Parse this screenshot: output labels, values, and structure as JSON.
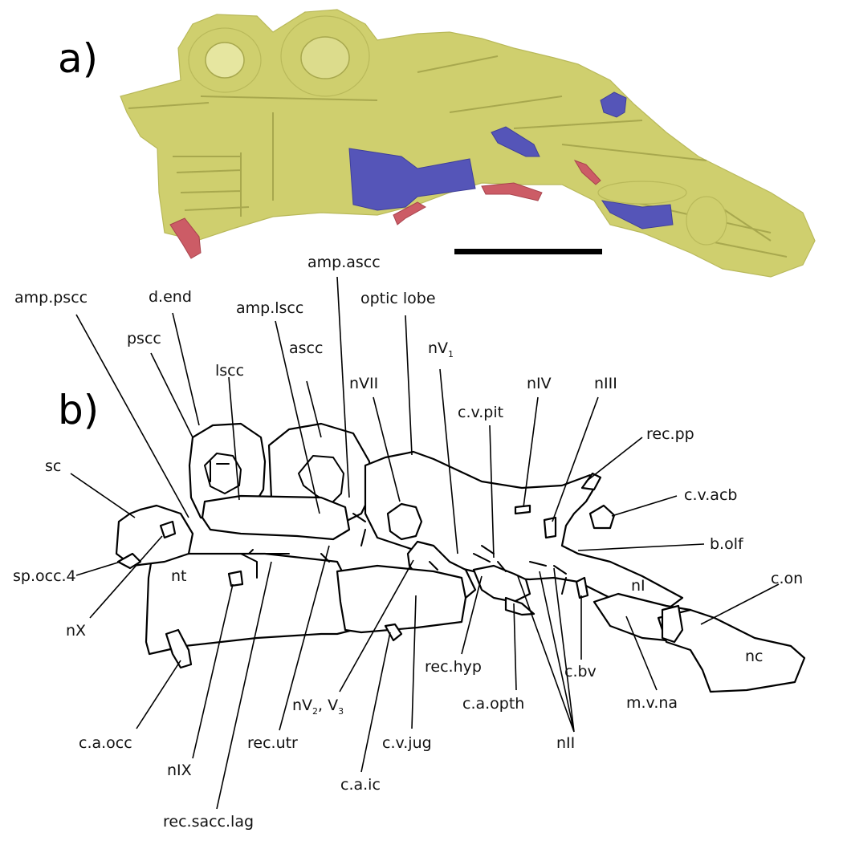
{
  "panels": {
    "a": {
      "letter": "a)"
    },
    "b": {
      "letter": "b)"
    }
  },
  "colors": {
    "bone_endocast": "#cfcf6e",
    "veins": "#5555b8",
    "arteries": "#cc5c66",
    "scale_bar": "#000000"
  },
  "labels": {
    "amp_pscc": "amp.pscc",
    "d_end": "d.end",
    "pscc": "pscc",
    "amp_lscc": "amp.lscc",
    "amp_ascc": "amp.ascc",
    "ascc": "ascc",
    "lscc": "lscc",
    "optic_lobe": "optic lobe",
    "nV1": {
      "main": "nV",
      "sub": "1"
    },
    "nVII": "nVII",
    "nIV": "nIV",
    "nIII": "nIII",
    "c_v_pit": "c.v.pit",
    "rec_pp": "rec.pp",
    "sc": "sc",
    "c_v_acb": "c.v.acb",
    "b_olf": "b.olf",
    "sp_occ_4": "sp.occ.4",
    "nt": "nt",
    "nI": "nI",
    "c_on": "c.on",
    "nX": "nX",
    "nc": "nc",
    "rec_hyp": "rec.hyp",
    "c_bv": "c.bv",
    "nV2_V3": {
      "a": "nV",
      "a_sub": "2",
      "sep": ", V",
      "b_sub": "3"
    },
    "c_a_opth": "c.a.opth",
    "m_v_na": "m.v.na",
    "c_a_occ": "c.a.occ",
    "rec_utr": "rec.utr",
    "c_v_jug": "c.v.jug",
    "nII": "nII",
    "nIX": "nIX",
    "c_a_ic": "c.a.ic",
    "rec_sacc_lag": "rec.sacc.lag"
  }
}
